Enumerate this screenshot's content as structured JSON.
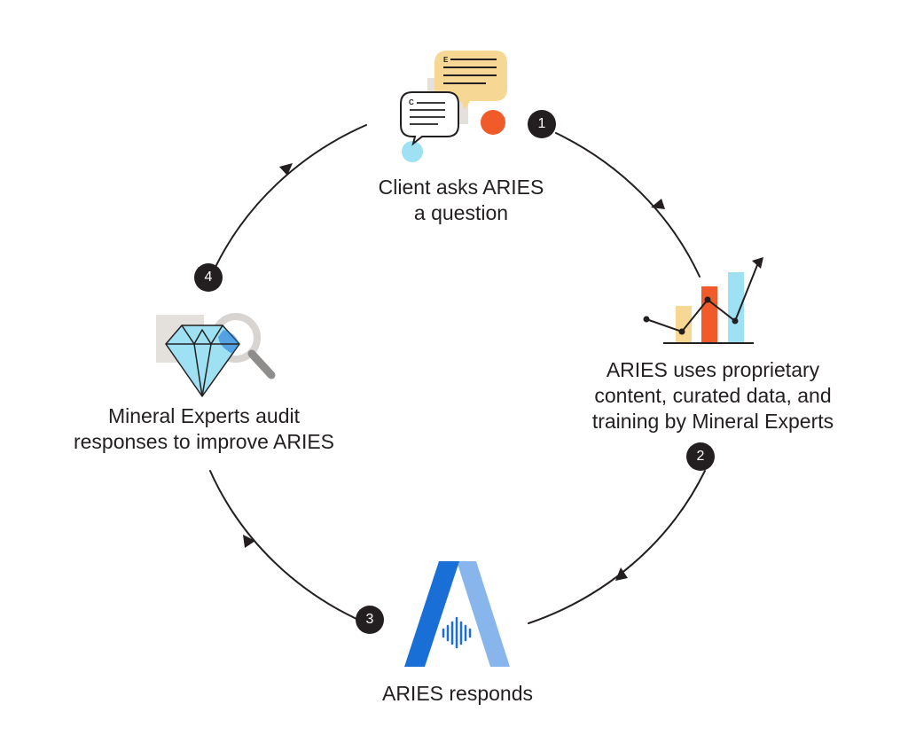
{
  "steps": [
    {
      "number": "1",
      "label": "Client asks ARIES a question",
      "lines": [
        "Client asks ARIES",
        "a question"
      ]
    },
    {
      "number": "2",
      "label": "ARIES uses proprietary content, curated data, and training by Mineral Experts",
      "lines": [
        "ARIES uses proprietary",
        "content, curated data, and",
        "training by Mineral Experts"
      ]
    },
    {
      "number": "3",
      "label": "ARIES responds",
      "lines": [
        "ARIES responds"
      ]
    },
    {
      "number": "4",
      "label": "Mineral Experts audit responses to improve ARIES",
      "lines": [
        "Mineral Experts audit",
        "responses to improve ARIES"
      ]
    }
  ],
  "bubbles": {
    "expert_letter": "E",
    "client_letter": "C"
  },
  "icons": {
    "step1": "chat-bubbles-icon",
    "step2": "bar-line-chart-icon",
    "step3": "aries-logo-icon",
    "step4": "diamond-magnifier-icon"
  },
  "colors": {
    "text": "#231f20",
    "orange": "#f15a29",
    "yellow": "#f7d794",
    "light_blue": "#9ee1f2",
    "aries_blue": "#1a6fd6",
    "aries_light_blue": "#88b6ec",
    "gray_square": "#e4e1dc"
  }
}
